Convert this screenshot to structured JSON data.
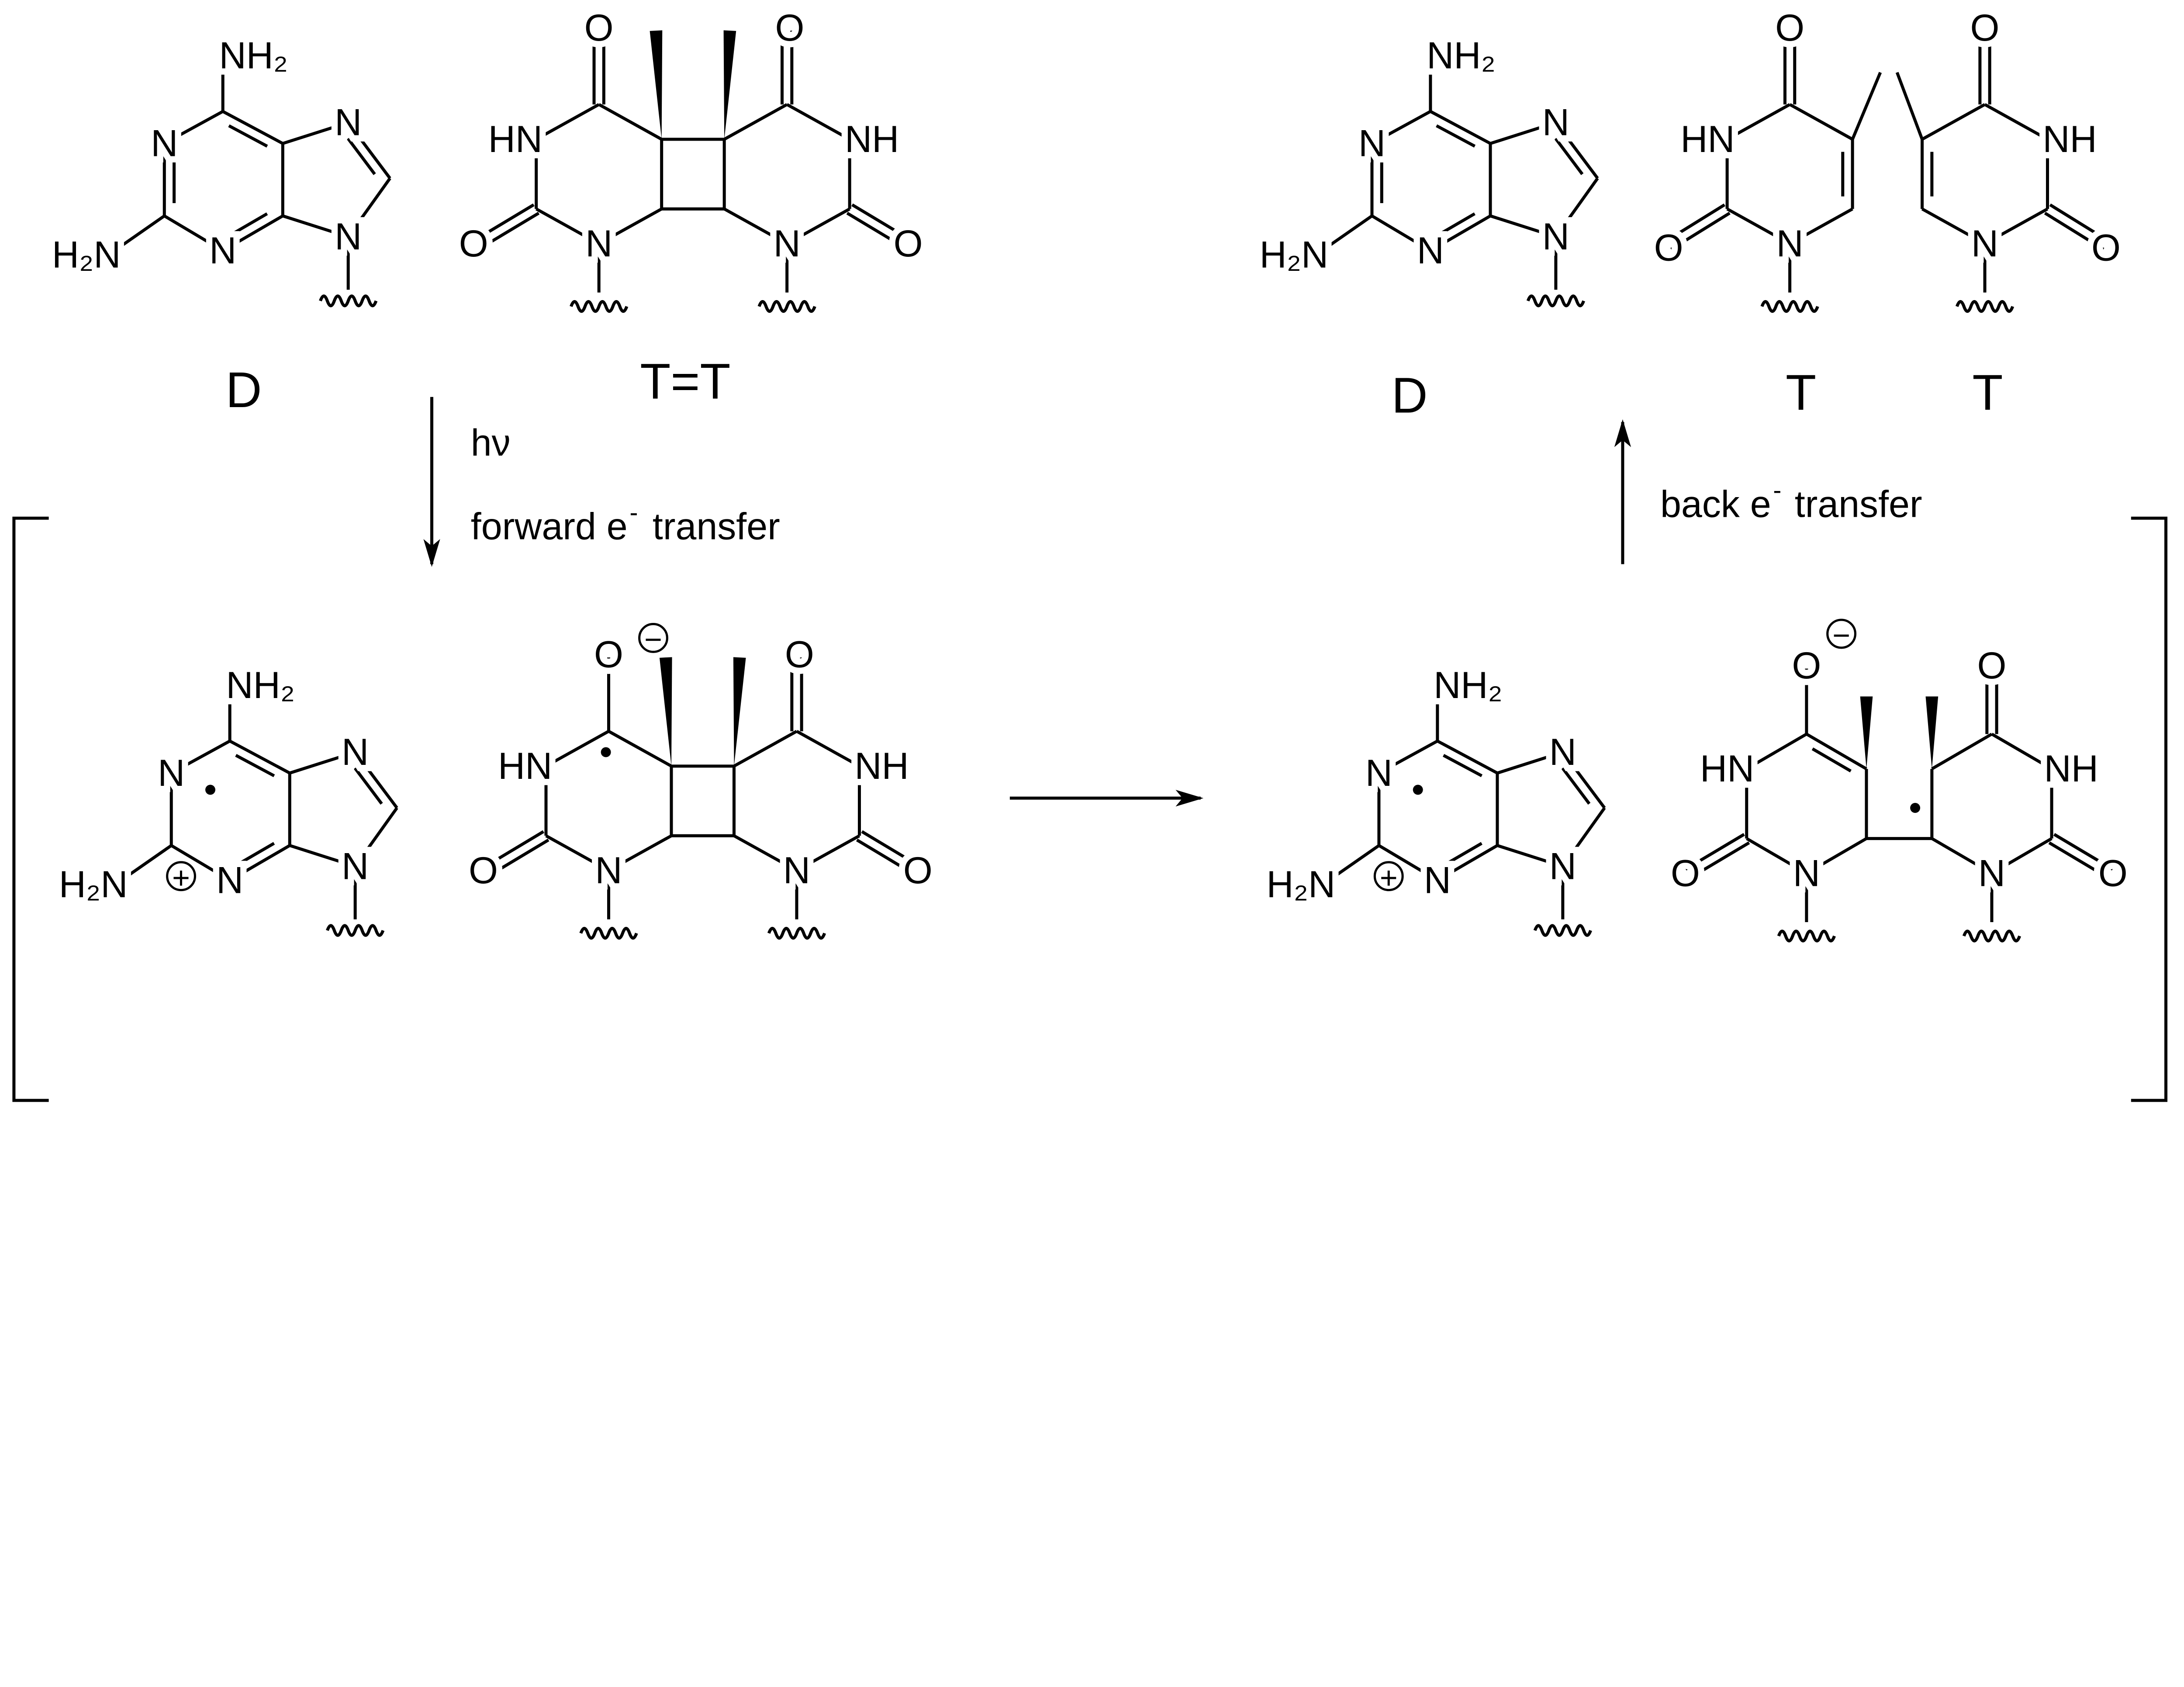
{
  "atoms": {
    "N": "N",
    "O": "O",
    "HN": "HN",
    "NH": "NH",
    "NH2": "NH₂",
    "H2N": "H₂N",
    "minus": "−",
    "plus": "+"
  },
  "labels": {
    "top_left_base": "D",
    "top_left_dimer": "T=T",
    "top_right_base": "D",
    "top_right_t1": "T",
    "top_right_t2": "T"
  },
  "arrows": {
    "forward_light": "hν",
    "forward_text": "forward e",
    "forward_sup": "-",
    "forward_tail": " transfer",
    "back_text": "back e",
    "back_sup": "-",
    "back_tail": " transfer"
  },
  "colors": {
    "ink": "#000000",
    "background": "#ffffff"
  }
}
